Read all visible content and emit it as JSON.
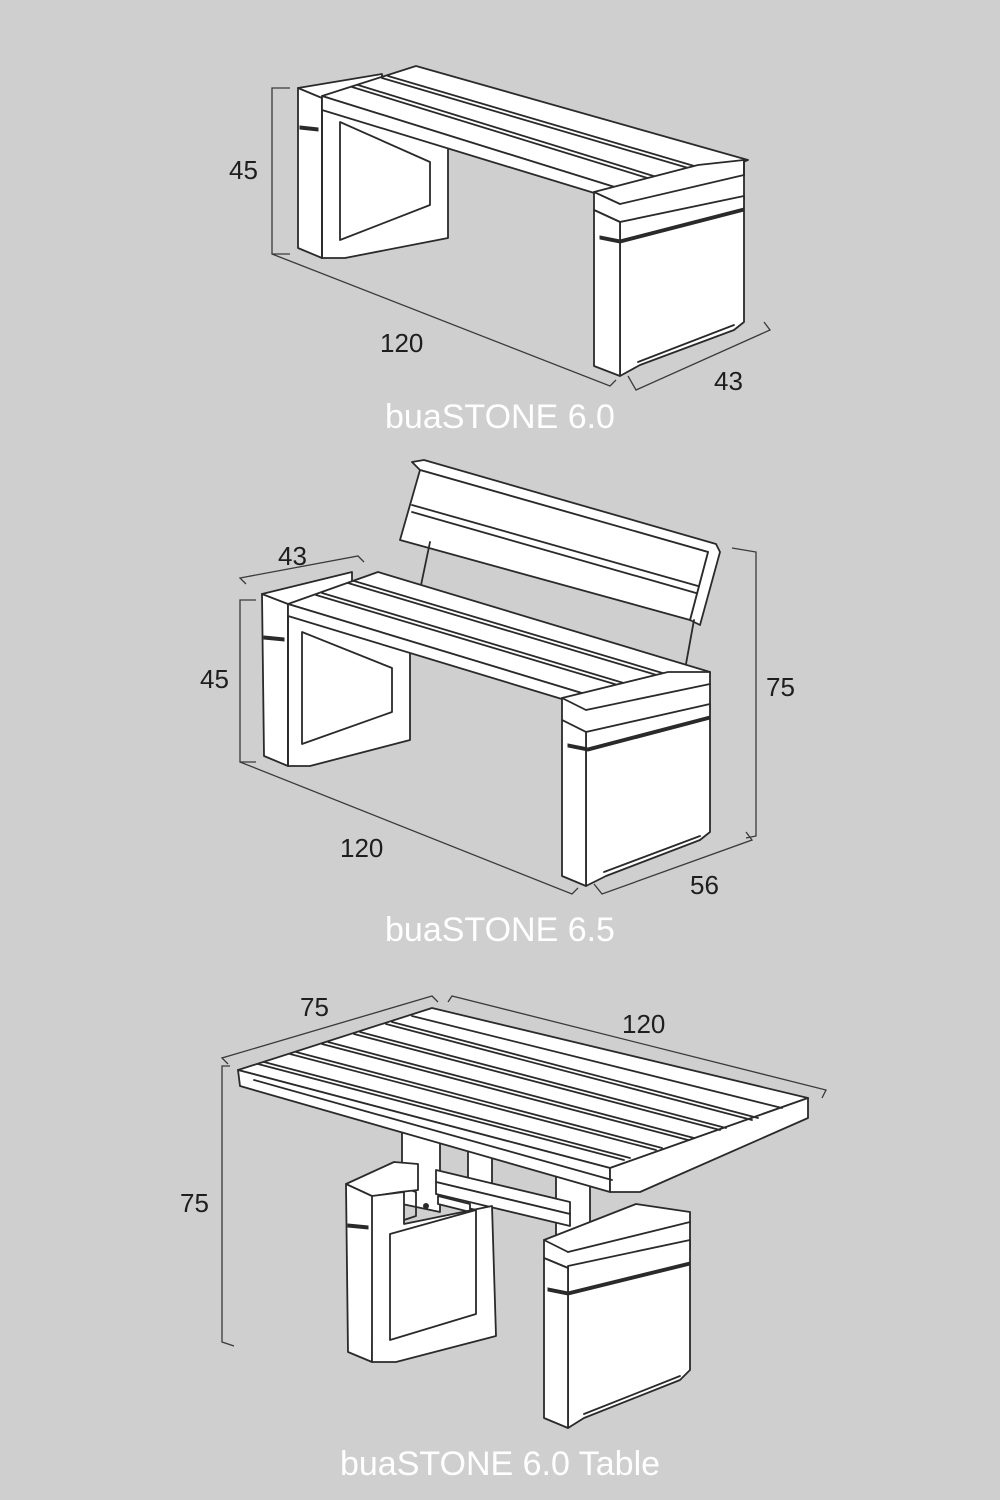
{
  "products": [
    {
      "title": "buaSTONE 6.0",
      "dimensions": {
        "height": "45",
        "length": "120",
        "depth": "43"
      }
    },
    {
      "title": "buaSTONE 6.5",
      "dimensions": {
        "depth": "43",
        "height": "45",
        "back_height": "75",
        "length": "120",
        "total_depth": "56"
      }
    },
    {
      "title": "buaSTONE 6.0 Table",
      "dimensions": {
        "width": "75",
        "length": "120",
        "height": "75"
      }
    }
  ],
  "colors": {
    "background": "#cfcfd0",
    "title": "#ffffff",
    "line": "#2a2a2a",
    "fill": "#ffffff"
  }
}
